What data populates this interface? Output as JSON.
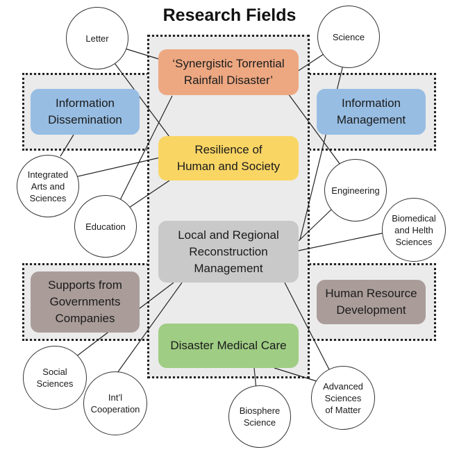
{
  "title": "Research Fields",
  "colors": {
    "orange": "#eda882",
    "yellow": "#f9d564",
    "gray": "#c9c9c9",
    "green": "#9fcd84",
    "blue": "#97bde3",
    "mauve": "#aa9d99",
    "panel": "#ebebeb"
  },
  "center_boxes": {
    "synergistic": "‘Synergistic Torrential\nRainfall Disaster’",
    "resilience": "Resilience of\nHuman and Society",
    "reconstruction": "Local and Regional\nReconstruction\nManagement",
    "medical": "Disaster Medical Care"
  },
  "side_boxes": {
    "info_dissemination": "Information\nDissemination",
    "info_management": "Information\nManagement",
    "supports": "Supports from\nGovernments\nCompanies",
    "human_resource": "Human Resource\nDevelopment"
  },
  "fields": {
    "letter": "Letter",
    "science": "Science",
    "integrated": "Integrated\nArts and\nSciences",
    "education": "Education",
    "engineering": "Engineering",
    "biomedical": "Biomedical\nand Helth\nSciences",
    "social": "Social\nSciences",
    "intl": "Int’l\nCooperation",
    "biosphere": "Biosphere\nScience",
    "advanced": "Advanced\nSciences\nof Matter"
  }
}
